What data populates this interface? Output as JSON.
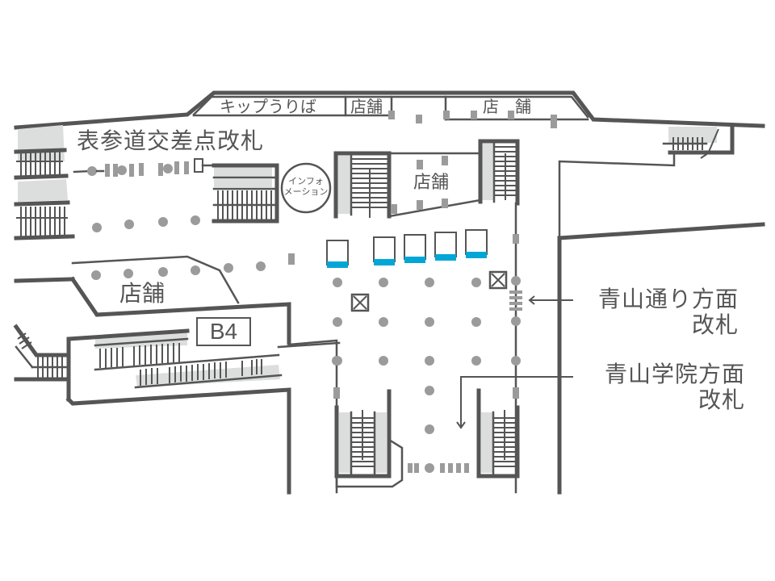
{
  "map": {
    "floor_label": "B4",
    "colors": {
      "wall": "#555555",
      "path_dot": "#9b9b9b",
      "escalator_fill": "#dcdedd",
      "ticket_machine_accent": "#00a7d6",
      "background": "#ffffff"
    },
    "labels": {
      "kiosk": "キップうりば",
      "shop_top_small": "店舗",
      "shop_top_right": "店　舗",
      "omotesando_gate": "表参道交差点改札",
      "information_line1": "インフォ",
      "information_line2": "メーション",
      "shop_center": "店舗",
      "shop_left": "店舗",
      "aoyama_dori_gate_line1": "青山通り方面",
      "aoyama_dori_gate_line2": "改札",
      "aoyama_gakuin_gate_line1": "青山学院方面",
      "aoyama_gakuin_gate_line2": "改札"
    },
    "icons": {
      "elevator": "elevator-icon",
      "ticket_machine": "ticket-machine-icon",
      "escalator": "escalator-icon",
      "stairs": "stairs-icon",
      "ticket_gate": "ticket-gate-icon",
      "arrow": "arrow-icon"
    }
  }
}
